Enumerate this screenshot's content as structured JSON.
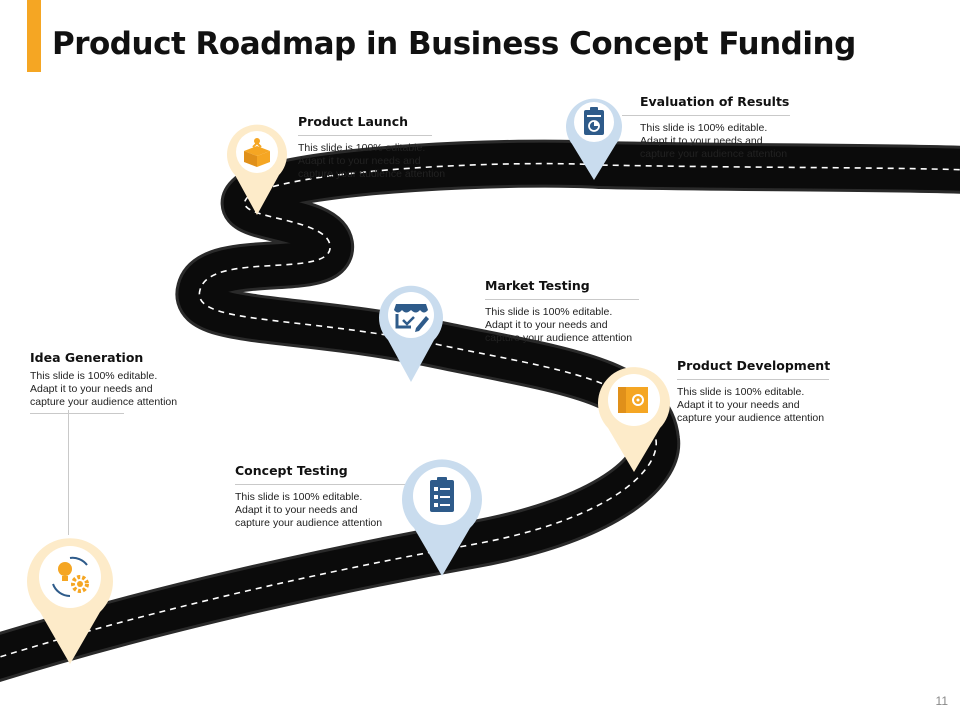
{
  "slide": {
    "title": "Product Roadmap in Business Concept Funding",
    "page_number": "11",
    "colors": {
      "accent": "#f5a623",
      "road": "#0d0d0d",
      "pin_orange": "#fdebc9",
      "pin_blue": "#c9dcee",
      "icon_blue": "#2e5b8a"
    }
  },
  "milestones": [
    {
      "key": "idea",
      "title": "Idea Generation",
      "icon": "lightbulb-gear-icon",
      "desc1": "This slide is 100% editable.",
      "desc2": "Adapt it to your needs and",
      "desc3": "capture your audience attention"
    },
    {
      "key": "concept",
      "title": "Concept Testing",
      "icon": "checklist-icon",
      "desc1": "This slide is 100% editable.",
      "desc2": "Adapt it to your needs and",
      "desc3": "capture your audience attention"
    },
    {
      "key": "development",
      "title": "Product Development",
      "icon": "box-gear-icon",
      "desc1": "This slide is 100% editable.",
      "desc2": "Adapt it to your needs and",
      "desc3": "capture your audience attention"
    },
    {
      "key": "market",
      "title": "Market Testing",
      "icon": "store-edit-icon",
      "desc1": "This slide is 100% editable.",
      "desc2": "Adapt it to your needs and",
      "desc3": "capture your audience attention"
    },
    {
      "key": "launch",
      "title": "Product Launch",
      "icon": "open-box-icon",
      "desc1": "This slide is 100% editable.",
      "desc2": "Adapt it to your needs and",
      "desc3": "capture your audience attention"
    },
    {
      "key": "evaluation",
      "title": "Evaluation of Results",
      "icon": "report-clipboard-icon",
      "desc1": "This slide is 100% editable.",
      "desc2": "Adapt it to your needs and",
      "desc3": "capture your audience attention"
    }
  ]
}
